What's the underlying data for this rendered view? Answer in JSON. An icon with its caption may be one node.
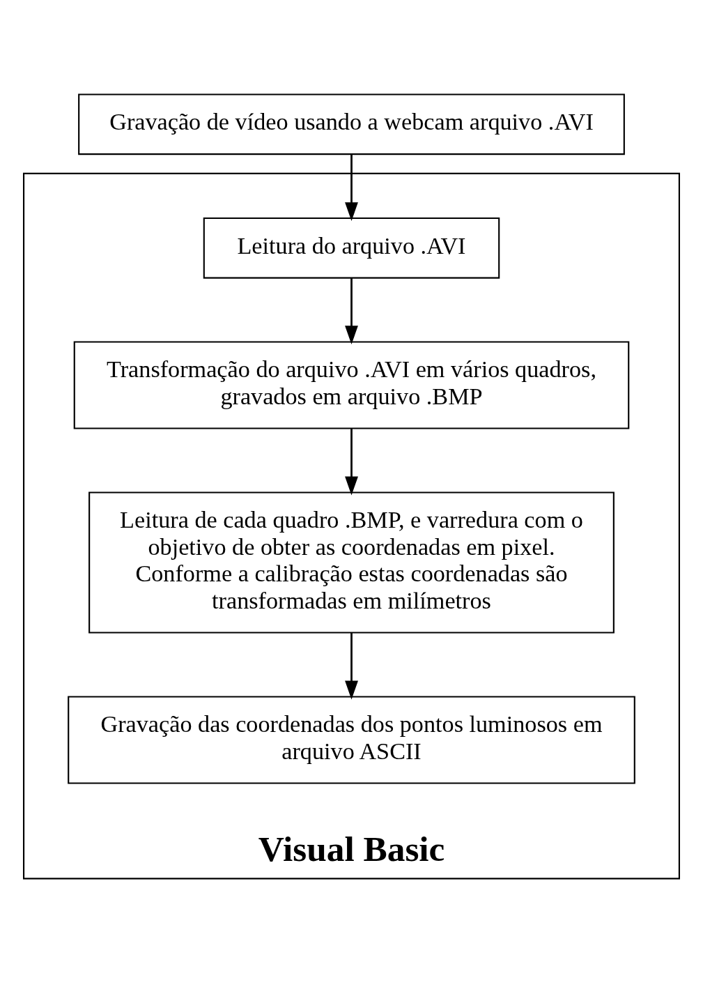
{
  "diagram": {
    "nodes": [
      {
        "text": [
          "Gravação de vídeo usando a webcam arquivo .AVI"
        ]
      },
      {
        "text": [
          "Visual Basic"
        ]
      },
      {
        "text": [
          "Leitura do arquivo .AVI"
        ],
        "in": 1
      },
      {
        "text": [
          "Transformação do arquivo .AVI em vários quadros, gravados em arquivo .BMP"
        ],
        "in": 1
      },
      {
        "text": [
          "Leitura de cada quadro .BMP, e varredura com o objetivo de obter as coordenadas em pixel. Conforme a calibração estas coordenadas são transformadas em milímetros"
        ],
        "in": 1
      },
      {
        "text": [
          "Gravação das coordenadas dos pontos luminosos em arquivo ASCII"
        ],
        "in": 1
      }
    ],
    "edges": [
      {
        "from": 0,
        "to": 2,
        "arrow": "to"
      },
      {
        "from": 2,
        "to": 3,
        "arrow": "to"
      },
      {
        "from": 3,
        "to": 4,
        "arrow": "to"
      },
      {
        "from": 4,
        "to": 5,
        "arrow": "to"
      }
    ]
  }
}
